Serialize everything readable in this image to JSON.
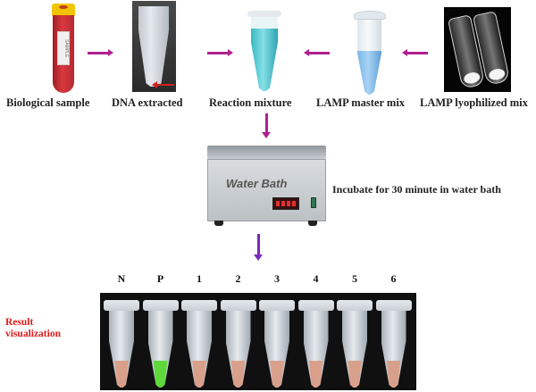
{
  "colors": {
    "arrow_magenta": "#b0208e",
    "arrow_purple": "#7a2ab8",
    "result_heading": "#e01a1a",
    "liquid_negative": "#d8a08a",
    "liquid_positive": "#5ed83a"
  },
  "steps": {
    "biological_sample": "Biological sample",
    "dna_extracted": "DNA extracted",
    "reaction_mixture": "Reaction mixture",
    "lamp_master_mix": "LAMP master mix",
    "lamp_lyophilized_mix": "LAMP lyophilized mix"
  },
  "sample_tube_sticker": "SAMPLE",
  "water_bath": {
    "brand": "Water Bath",
    "caption": "Incubate for 30 minute in water bath"
  },
  "result": {
    "heading_line1": "Result",
    "heading_line2": "visualization",
    "lanes": [
      {
        "label": "N",
        "result": "negative"
      },
      {
        "label": "P",
        "result": "positive"
      },
      {
        "label": "1",
        "result": "negative"
      },
      {
        "label": "2",
        "result": "negative"
      },
      {
        "label": "3",
        "result": "negative"
      },
      {
        "label": "4",
        "result": "negative"
      },
      {
        "label": "5",
        "result": "negative"
      },
      {
        "label": "6",
        "result": "negative"
      }
    ]
  }
}
